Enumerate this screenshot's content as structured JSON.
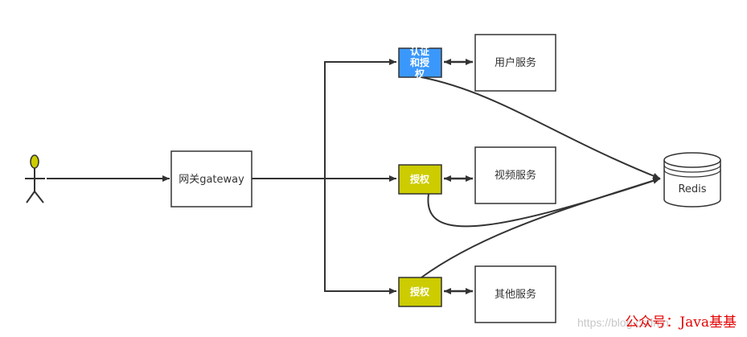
{
  "colors": {
    "auth_blue": "#3a98fc",
    "auth_yellow": "#cccc00",
    "actor_head": "#cccc00",
    "stroke": "#333333",
    "watermark_red": "#e60000",
    "watermark_grey": "#c8c8c8"
  },
  "nodes": {
    "gateway": "网关gateway",
    "auth_authz_line1": "认证",
    "auth_authz_line2": "和授",
    "auth_authz_line3": "权",
    "authz_video": "授权",
    "authz_other": "授权",
    "user_service": "用户服务",
    "video_service": "视频服务",
    "other_service": "其他服务",
    "redis": "Redis"
  },
  "watermark": {
    "faint": "https://blog.csdn.n",
    "label": "公众号：Java基基"
  }
}
